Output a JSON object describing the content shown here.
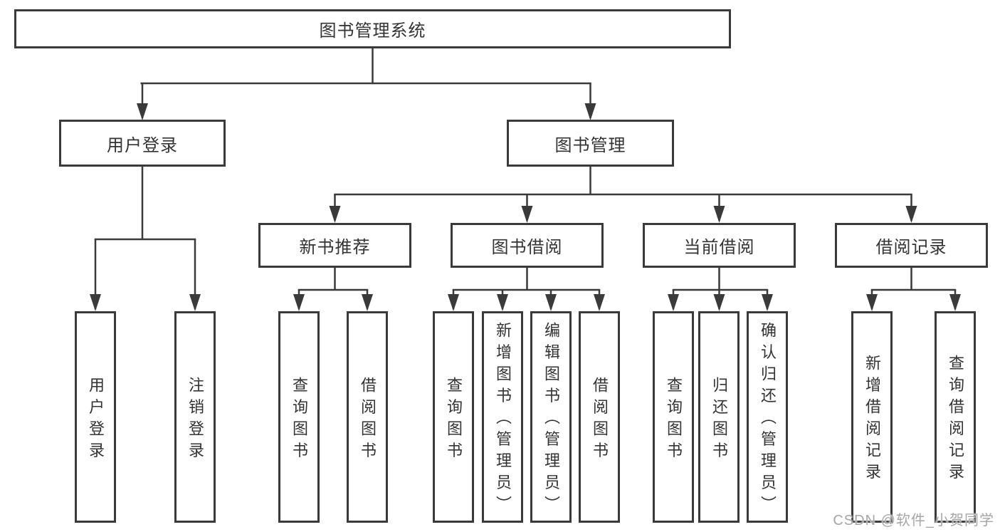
{
  "diagram": {
    "type": "hierarchy-tree",
    "title": "图书管理系统",
    "watermark": "CSDN @软件_小贺同学",
    "colors": {
      "line": "#3a3a3a",
      "box_border": "#3a3a3a",
      "box_background": "#ffffff",
      "text": "#333333",
      "watermark_text": "#a6a6a6",
      "page_background": "#ffffff"
    },
    "nodes": {
      "root": "图书管理系统",
      "user_login": "用户登录",
      "book_management": "图书管理",
      "new_book_recommend": "新书推荐",
      "book_borrowing": "图书借阅",
      "current_borrowing": "当前借阅",
      "borrowing_records": "借阅记录",
      "leaf_user_login": "用户登录",
      "leaf_logout": "注销登录",
      "leaf_recommend_query_books": "查询图书",
      "leaf_recommend_borrow_books": "借阅图书",
      "leaf_borrowing_query_books": "查询图书",
      "leaf_borrowing_add_books_admin": "新增图书（管理员）",
      "leaf_borrowing_edit_books_admin": "编辑图书（管理员）",
      "leaf_borrowing_borrow_books": "借阅图书",
      "leaf_current_query_books": "查询图书",
      "leaf_current_return_books": "归还图书",
      "leaf_current_confirm_return_admin": "确认归还（管理员）",
      "leaf_records_add_record": "新增借阅记录",
      "leaf_records_query_record": "查询借阅记录"
    },
    "hierarchy": {
      "图书管理系统": {
        "用户登录": [
          "用户登录",
          "注销登录"
        ],
        "图书管理": {
          "新书推荐": [
            "查询图书",
            "借阅图书"
          ],
          "图书借阅": [
            "查询图书",
            "新增图书（管理员）",
            "编辑图书（管理员）",
            "借阅图书"
          ],
          "当前借阅": [
            "查询图书",
            "归还图书",
            "确认归还（管理员）"
          ],
          "借阅记录": [
            "新增借阅记录",
            "查询借阅记录"
          ]
        }
      }
    }
  }
}
